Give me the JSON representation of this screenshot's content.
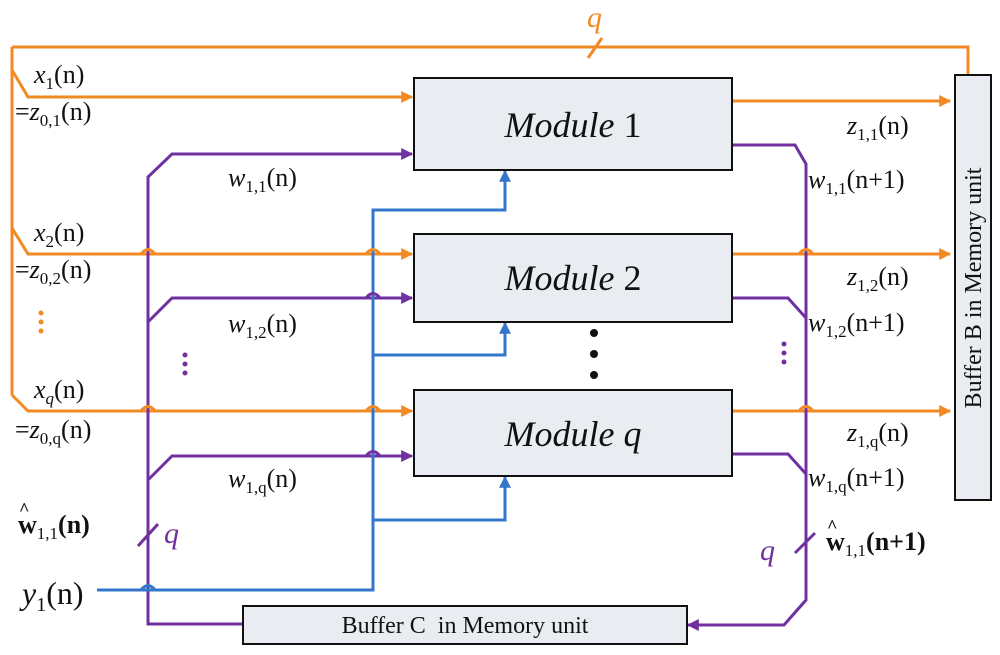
{
  "colors": {
    "orange": "#f28a23",
    "purple": "#7030a0",
    "blue": "#3377cc",
    "box_fill": "#e9edf2",
    "text": "#111111"
  },
  "modules": [
    {
      "prefix": "Module",
      "index": "1"
    },
    {
      "prefix": "Module",
      "index": "2"
    },
    {
      "prefix": "Module",
      "index": "q"
    }
  ],
  "buffer_b": "Buffer B in Memory unit",
  "buffer_c": "Buffer C  in Memory unit",
  "bus_width": "q",
  "inputs": [
    {
      "x_sub": "1",
      "z_sub": "0,1"
    },
    {
      "x_sub": "2",
      "z_sub": "0,2"
    },
    {
      "x_sub": "q",
      "z_sub": "0,q"
    }
  ],
  "weights_in": [
    "1,1",
    "1,2",
    "1,q"
  ],
  "outputs_z": [
    "1,1",
    "1,2",
    "1,q"
  ],
  "weights_out": [
    "1,1",
    "1,2",
    "1,q"
  ],
  "w_hat_in": {
    "sub": "1,1",
    "arg": "(n)"
  },
  "w_hat_out": {
    "sub": "1,1",
    "arg": "(n+1)"
  },
  "y_input": {
    "sub": "1",
    "arg": "(n)"
  },
  "arg_n": "(n)",
  "arg_n1": "(n+1)",
  "equals": "=",
  "var_x": "x",
  "var_z": "z",
  "var_w": "w",
  "var_y": "y"
}
